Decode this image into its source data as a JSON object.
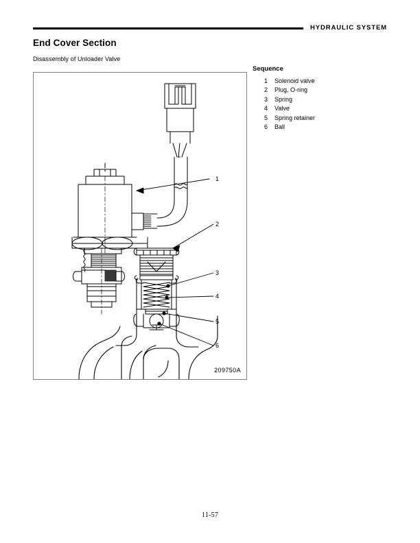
{
  "header": {
    "title": "HYDRAULIC  SYSTEM"
  },
  "section": {
    "title": "End Cover Section",
    "subtitle": "Disassembly of Unloader Valve"
  },
  "figure": {
    "id": "209750A",
    "callouts": [
      {
        "number": "1",
        "target": "Solenoid valve"
      },
      {
        "number": "2",
        "target": "Plug, O-ring"
      },
      {
        "number": "3",
        "target": "Spring"
      },
      {
        "number": "4",
        "target": "Valve"
      },
      {
        "number": "5",
        "target": "Spring retainer"
      },
      {
        "number": "6",
        "target": "Ball"
      }
    ]
  },
  "sequence": {
    "heading": "Sequence",
    "items": [
      {
        "number": "1",
        "label": "Solenoid valve"
      },
      {
        "number": "2",
        "label": "Plug, O-ring"
      },
      {
        "number": "3",
        "label": "Spring"
      },
      {
        "number": "4",
        "label": "Valve"
      },
      {
        "number": "5",
        "label": "Spring retainer"
      },
      {
        "number": "6",
        "label": "Ball"
      }
    ]
  },
  "footer": {
    "page_number": "11-57"
  }
}
